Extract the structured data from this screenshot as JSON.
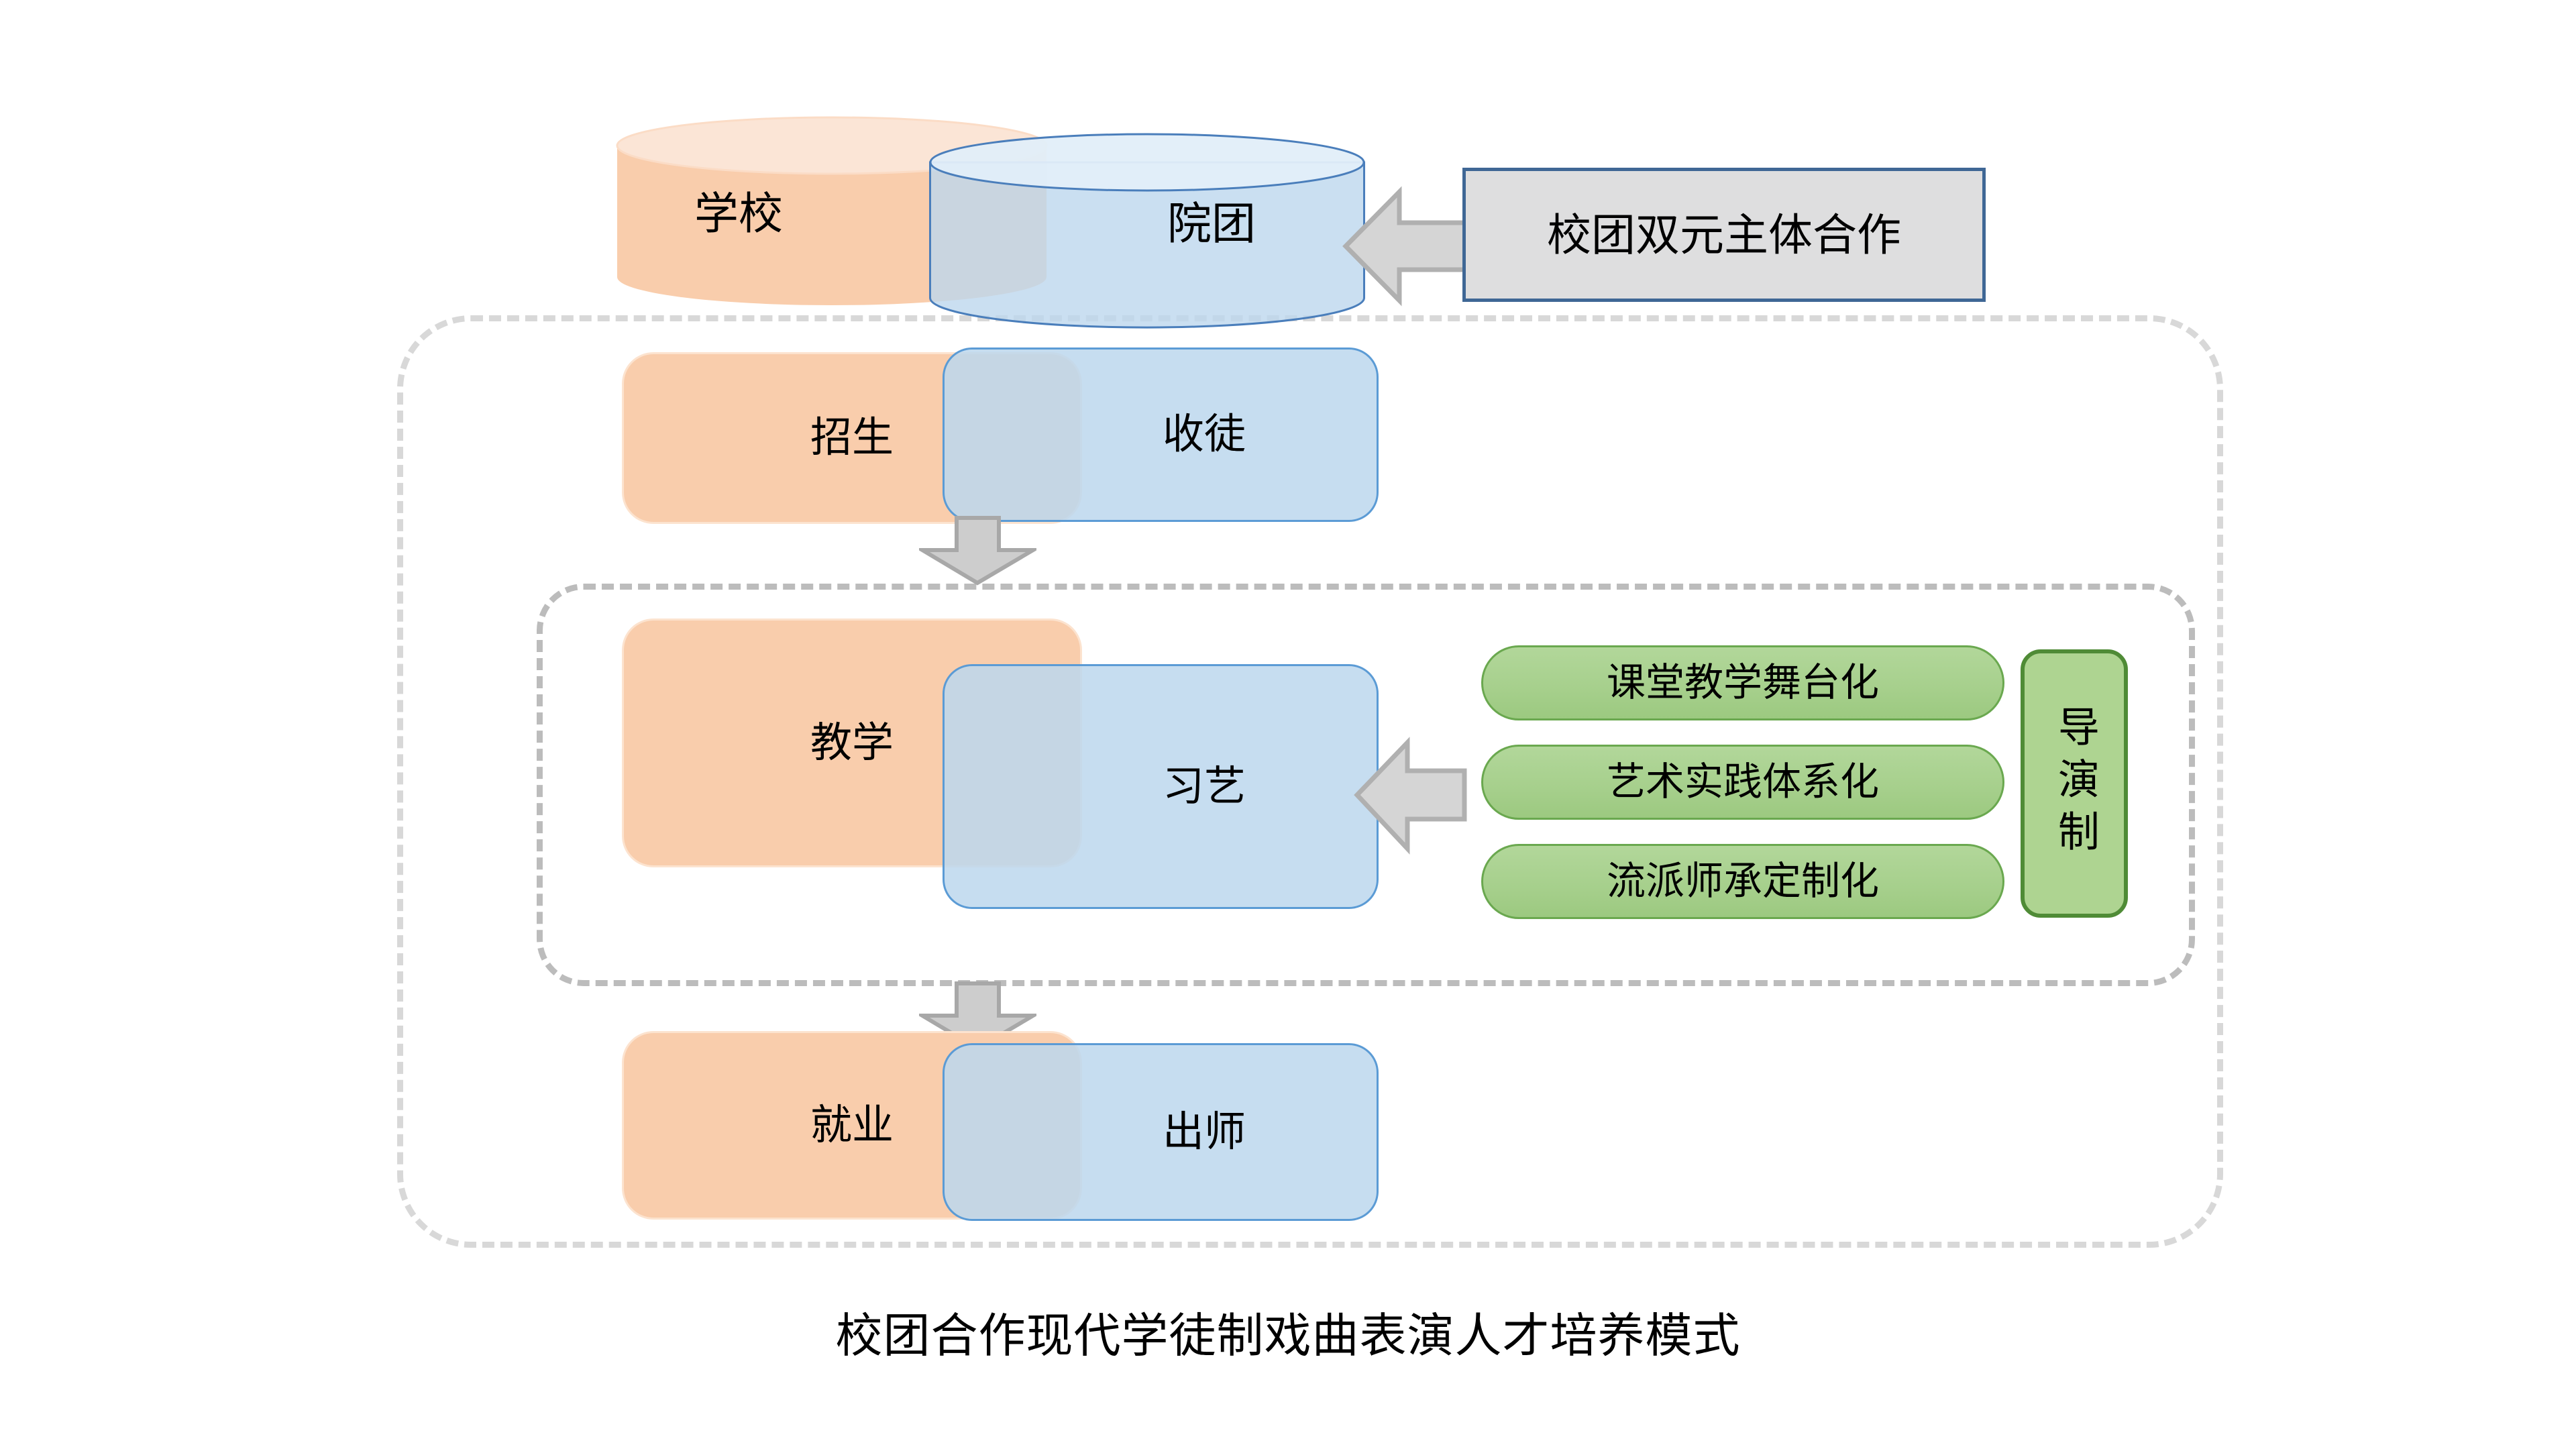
{
  "diagram": {
    "caption": "校团合作现代学徒制戏曲表演人才培养模式",
    "cylinders": [
      {
        "label": "学校",
        "color": "#f9cdac"
      },
      {
        "label": "院团",
        "color": "#bdd7ee"
      }
    ],
    "callout": {
      "label": "校团双元主体合作",
      "fill": "#dededf",
      "border": "#3f6795"
    },
    "rows": [
      {
        "left_label": "招生",
        "right_label": "收徒"
      },
      {
        "left_label": "教学",
        "right_label": "习艺"
      },
      {
        "left_label": "就业",
        "right_label": "出师"
      }
    ],
    "features": [
      {
        "label": "课堂教学舞台化"
      },
      {
        "label": "艺术实践体系化"
      },
      {
        "label": "流派师承定制化"
      }
    ],
    "vertical_badge": {
      "label": "导演制",
      "fill": "#aed491",
      "border": "#4f8b36"
    },
    "colors": {
      "orange": "#f9cdac",
      "blue": "#bdd7ee",
      "blue_border": "#5b9bd5",
      "green": "#a7d08d",
      "green_border": "#6aa84f",
      "arrow_fill": "#d5d5d5",
      "arrow_border": "#b0b0b0",
      "dashed_outer": "#d8d8d8",
      "dashed_inner": "#bcbcbc"
    }
  }
}
